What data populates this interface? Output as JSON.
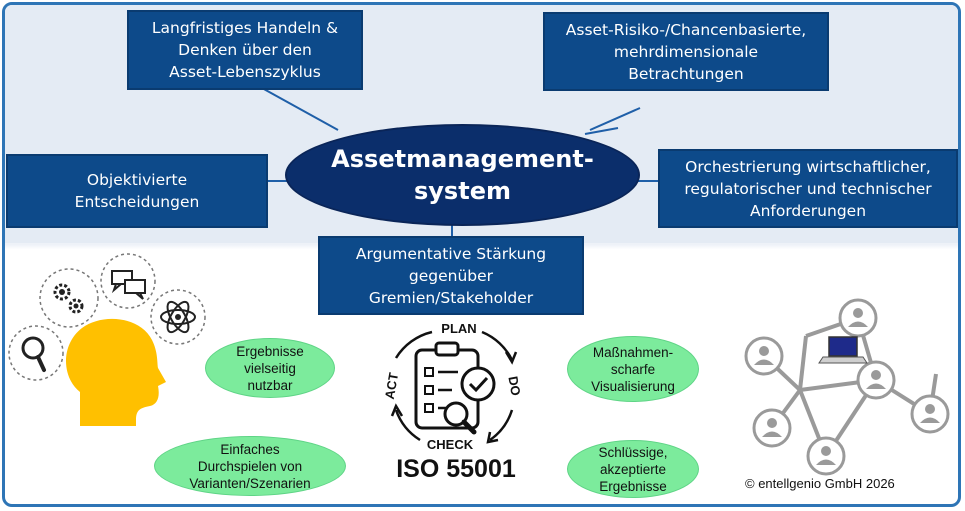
{
  "center": {
    "title": "Assetmanagement-\nsystem"
  },
  "boxes": {
    "top_left": "Langfristiges Handeln &\nDenken über den\nAsset-Lebenszyklus",
    "top_right": "Asset-Risiko-/Chancenbasierte,\nmehrdimensionale\nBetrachtungen",
    "mid_left": "Objektivierte\nEntscheidungen",
    "mid_right": "Orchestrierung wirtschaftlicher,\nregulatorischer und technischer\nAnforderungen",
    "bottom": "Argumentative Stärkung\ngegenüber\nGremien/Stakeholder"
  },
  "benefits": {
    "left_top": "Ergebnisse\nvielseitig\nnutzbar",
    "left_bottom": "Einfaches\nDurchspielen von\nVarianten/Szenarien",
    "right_top": "Maßnahmen-\nscharfe\nVisualisierung",
    "right_bottom": "Schlüssige,\nakzeptierte\nErgebnisse"
  },
  "pdca": {
    "plan": "PLAN",
    "do": "DO",
    "check": "CHECK",
    "act": "ACT"
  },
  "iso": "ISO 55001",
  "copyright": "© entellgenio GmbH 2026",
  "colors": {
    "box_blue": "#0d4a8a",
    "oval_navy": "#0b2e6b",
    "connector": "#1f5fa8",
    "benefit_green": "#7ceb9c",
    "head_yellow": "#ffc000",
    "network_gray": "#9a9a9a"
  },
  "icons": [
    "gears-icon",
    "chat-bubbles-icon",
    "atom-icon",
    "magnifier-icon",
    "head-silhouette-icon",
    "clipboard-checklist-icon",
    "network-people-icon",
    "laptop-icon"
  ]
}
